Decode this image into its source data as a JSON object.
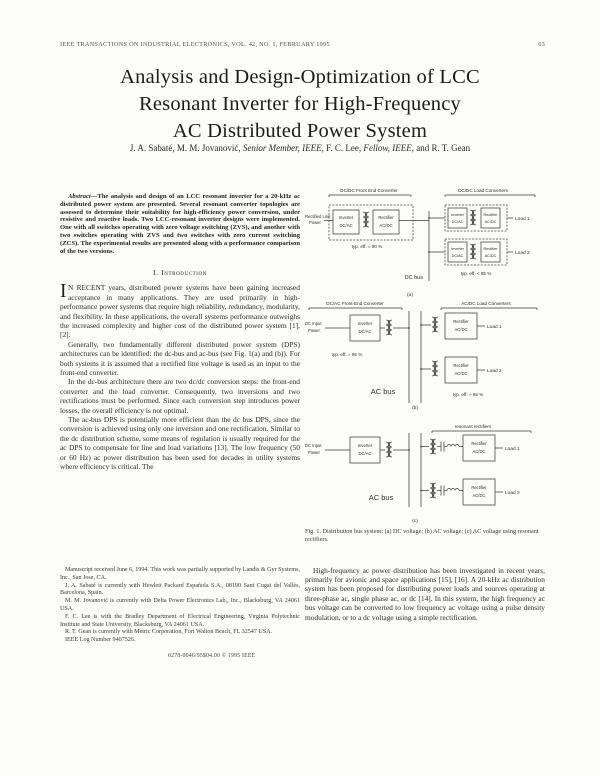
{
  "header": {
    "journal": "IEEE TRANSACTIONS ON INDUSTRIAL ELECTRONICS, VOL. 42, NO. 1, FEBRUARY 1995",
    "page_number": "63"
  },
  "title": {
    "lines": [
      "Analysis and Design-Optimization of LCC",
      "Resonant Inverter for High-Frequency",
      "AC Distributed Power System"
    ]
  },
  "authors": {
    "a1": "J. A. Sabaté, M. M. Jovanović, ",
    "a2": "Senior Member, IEEE",
    "a3": ", F. C. Lee, ",
    "a4": "Fellow, IEEE",
    "a5": ", and R. T. Gean"
  },
  "abstract": {
    "label": "Abstract—",
    "text": "The analysis and design of an LCC resonant inverter for a 20-kHz ac distributed power system are presented. Several resonant converter topologies are assessed to determine their suitability for high-efficiency power conversion, under resistive and reactive loads. Two LCC-resonant inverter designs were implemented. One with all switches operating with zero voltage switching (ZVS), and another with two switches operating with ZVS and two switches with zero current switching (ZCS). The experimental results are presented along with a performance comparison of the two versions."
  },
  "introduction": {
    "heading": "I. Introduction",
    "dropcap": "I",
    "p1_rest": "N RECENT years, distributed power systems have been gaining increased acceptance in many applications. They are used primarily in high-performance power systems that require high reliability, redundancy, modularity, and flexibility. In these applications, the overall systems performance outweighs the increased complexity and higher cost of the distributed power system [1], [2].",
    "p2": "Generally, two fundamentally different distributed power system (DPS) architectures can be identified: the dc-bus and ac-bus (see Fig. 1(a) and (b)). For both systems it is assumed that a rectified line voltage is used as an input to the front-end converter.",
    "p3": "In the dc-bus architecture there are two dc/dc conversion steps: the front-end converter and the load converter. Consequently, two inversions and two rectifications must be performed. Since each conversion step introduces power losses, the overall efficiency is not optimal.",
    "p4": "The ac-bus DPS is potentially more efficient than the dc bus DPS, since the conversion is achieved using only one inversion and one rectification. Similar to the dc distribution scheme, some means of regulation is usually required for the ac DPS to compensate for line and load variations [13]. The low frequency (50 or 60 Hz) ac power distribution has been used for decades in utility systems where efficiency is critical. The",
    "p_right": "High-frequency ac power distribution has been investigated in recent years, primarily for avionic and space applications [15], [16]. A 20-kHz ac distribution system has been proposed for distributing power loads and sources operating at three-phase ac, single phase ac, or dc [14]. In this system, the high frequency ac bus voltage can be converted to low frequency ac voltage using a pulse density modulation, or to a dc voltage using a simple rectification."
  },
  "figure": {
    "caption": "Fig. 1.  Distribution bus system: (a) DC voltage; (b) AC voltage; (c) AC voltage using resonant rectifiers.",
    "shared": {
      "inverter": "Inverter",
      "dc_ac": "DC/AC",
      "rectifier": "Rectifier",
      "ac_dc": "AC/DC",
      "load1": "Load 1",
      "load2": "Load 2",
      "dc_input_1": "DC Input",
      "dc_input_2": "Power",
      "ac_bus": "AC bus"
    },
    "a": {
      "front_label": "DC/DC Front End Converter",
      "load_label": "DC/DC Load Converters",
      "input_1": "Rectified Line",
      "input_2": "Power",
      "eff_front": "typ. eff. = 90 %",
      "eff_load": "typ. eff. < 85 %",
      "bus": "DC bus",
      "tag": "(a)"
    },
    "b": {
      "front_label": "DC/AC Front-End Converter",
      "load_label": "AC/DC Load Converters",
      "eff_front": "typ. eff. = 95 %",
      "eff_load": "typ. eff. ≈ 95 %",
      "tag": "(b)"
    },
    "c": {
      "resonant_label": "resonant rectifiers",
      "tag": "(c)"
    }
  },
  "footnotes": {
    "lines": [
      "Manuscript received June 6, 1994. This work was partially supported by Landis & Gyr Systems, Inc., San Jose, CA.",
      "J. A. Sabaté is currently with Hewlett Packard Española S.A., 08190 Sant Cugat del Vallès, Barcelona, Spain.",
      "M. M. Jovanović is currently with Delta Power Electronics Lab., Inc., Blacksburg, VA 24061 USA.",
      "F. C. Lee is with the Bradley Department of Electrical Engineering, Virginia Polytechnic Institute and State University, Blacksburg, VA 24061 USA.",
      "R. T. Gean is currently with Metric Corporation, Fort Walton Beach, FL 32547 USA.",
      "IEEE Log Number 9407526."
    ]
  },
  "footer": {
    "copyright": "0278-0046/95$04.00 © 1995 IEEE"
  }
}
